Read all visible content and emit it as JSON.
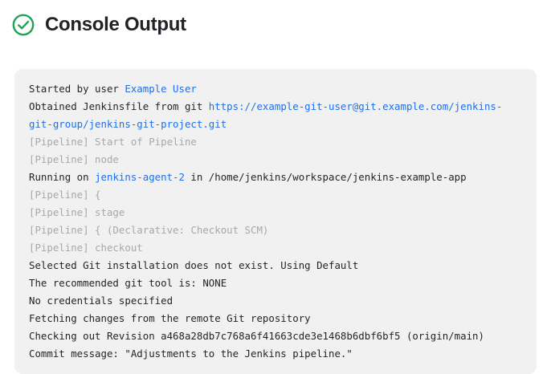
{
  "header": {
    "title": "Console Output",
    "status_icon": "check-circle-icon",
    "status_color": "#22a355"
  },
  "colors": {
    "panel_background": "#f1f1f1",
    "text": "#1f2328",
    "link": "#1f6feb",
    "muted": "#a8a8a8",
    "success": "#22a355"
  },
  "console": {
    "lines": [
      {
        "id": "started-by-user",
        "segments": [
          {
            "text": "Started by user ",
            "style": "plain"
          },
          {
            "text": "Example User",
            "style": "link"
          }
        ]
      },
      {
        "id": "obtained-jenkinsfile",
        "segments": [
          {
            "text": "Obtained Jenkinsfile from git ",
            "style": "plain"
          },
          {
            "text": "https://example-git-user@git.example.com/jenkins-git-group/jenkins-git-project.git",
            "style": "link"
          }
        ]
      },
      {
        "id": "pipeline-start-of-pipeline",
        "segments": [
          {
            "text": "[Pipeline] Start of Pipeline",
            "style": "muted"
          }
        ]
      },
      {
        "id": "pipeline-node",
        "segments": [
          {
            "text": "[Pipeline] node",
            "style": "muted"
          }
        ]
      },
      {
        "id": "running-on-agent",
        "segments": [
          {
            "text": "Running on ",
            "style": "plain"
          },
          {
            "text": "jenkins-agent-2",
            "style": "link"
          },
          {
            "text": " in /home/jenkins/workspace/jenkins-example-app",
            "style": "plain"
          }
        ]
      },
      {
        "id": "pipeline-open-brace",
        "segments": [
          {
            "text": "[Pipeline] {",
            "style": "muted"
          }
        ]
      },
      {
        "id": "pipeline-stage",
        "segments": [
          {
            "text": "[Pipeline] stage",
            "style": "muted"
          }
        ]
      },
      {
        "id": "pipeline-declarative-checkout-scm",
        "segments": [
          {
            "text": "[Pipeline] { (Declarative: Checkout SCM)",
            "style": "muted"
          }
        ]
      },
      {
        "id": "pipeline-checkout",
        "segments": [
          {
            "text": "[Pipeline] checkout",
            "style": "muted"
          }
        ]
      },
      {
        "id": "selected-git-installation",
        "segments": [
          {
            "text": "Selected Git installation does not exist. Using Default",
            "style": "plain"
          }
        ]
      },
      {
        "id": "recommended-git-tool",
        "segments": [
          {
            "text": "The recommended git tool is: NONE",
            "style": "plain"
          }
        ]
      },
      {
        "id": "no-credentials-specified",
        "segments": [
          {
            "text": "No credentials specified",
            "style": "plain"
          }
        ]
      },
      {
        "id": "fetching-changes",
        "segments": [
          {
            "text": "Fetching changes from the remote Git repository",
            "style": "plain"
          }
        ]
      },
      {
        "id": "checking-out-revision",
        "segments": [
          {
            "text": "Checking out Revision a468a28db7c768a6f41663cde3e1468b6dbf6bf5 (origin/main)",
            "style": "plain"
          }
        ]
      },
      {
        "id": "commit-message",
        "segments": [
          {
            "text": "Commit message: \"Adjustments to the Jenkins pipeline.\"",
            "style": "plain"
          }
        ]
      }
    ]
  }
}
